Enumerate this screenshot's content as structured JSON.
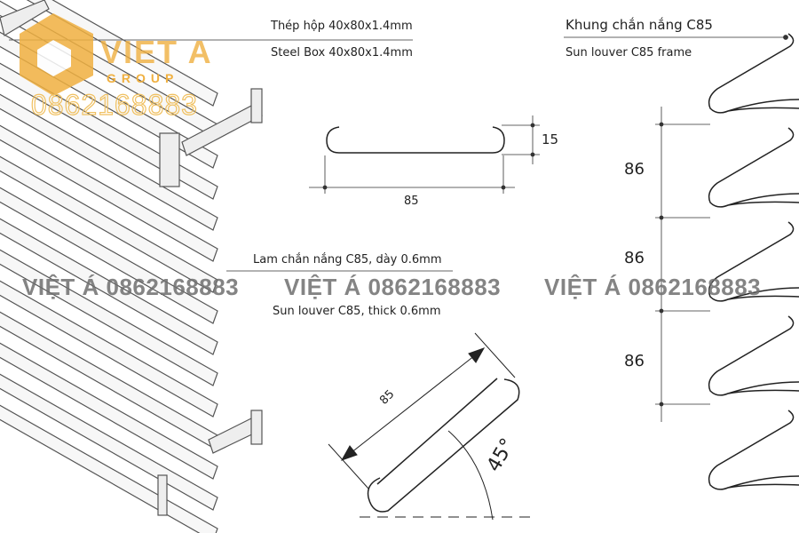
{
  "labels": {
    "steel_box_vi": "Thép hộp 40x80x1.4mm",
    "steel_box_en": "Steel Box 40x80x1.4mm",
    "frame_vi": "Khung chắn nắng C85",
    "frame_en": "Sun louver C85 frame",
    "louver_vi": "Lam chắn nắng C85, dày 0.6mm",
    "louver_en": "Sun louver C85, thick 0.6mm"
  },
  "dimensions": {
    "profile_width": "85",
    "profile_height": "15",
    "spacing_1": "86",
    "spacing_2": "86",
    "spacing_3": "86",
    "diagonal_width": "85",
    "angle": "45°"
  },
  "logo": {
    "name": "VIET A",
    "sub": "GROUP",
    "phone": "0862168883"
  },
  "watermark": [
    "VIỆT Á 0862168883",
    "VIỆT Á 0862168883",
    "VIỆT Á 0862168883"
  ],
  "colors": {
    "logo": "#f0b040",
    "line": "#222222",
    "slat": "#555555"
  }
}
